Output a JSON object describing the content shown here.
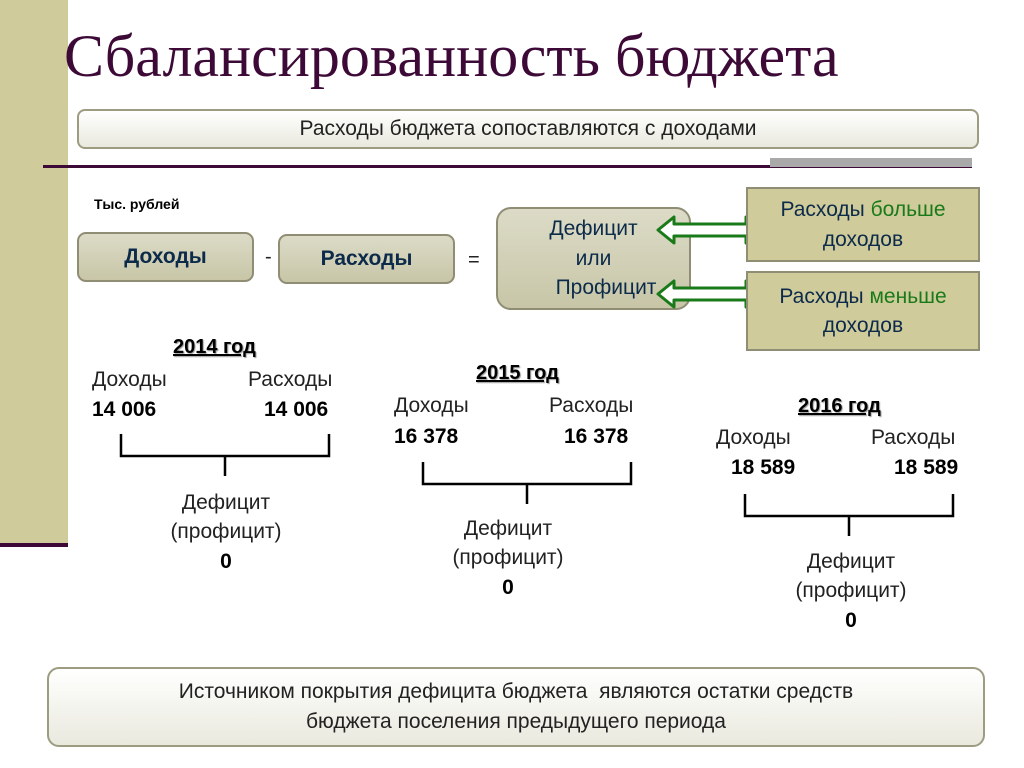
{
  "title": "Сбалансированность бюджета",
  "subtitle": "Расходы бюджета сопоставляются с доходами",
  "unit_label": "Тыс. рублей",
  "formula": {
    "income_label": "Доходы",
    "minus": "-",
    "expense_label": "Расходы",
    "equals": "=",
    "result_lines": [
      "Дефицит",
      "или",
      "Профицит"
    ]
  },
  "comparison": {
    "more_prefix": "Расходы ",
    "more_word": "больше",
    "more_suffix": "доходов",
    "less_prefix": "Расходы ",
    "less_word": "меньше",
    "less_suffix": "доходов"
  },
  "years": [
    {
      "year": "2014 год",
      "income_label": "Доходы",
      "expense_label": "Расходы",
      "income_value": "14 006",
      "expense_value": "14 006",
      "result_label_1": "Дефицит",
      "result_label_2": "(профицит)",
      "result_value": "0"
    },
    {
      "year": "2015 год",
      "income_label": "Доходы",
      "expense_label": "Расходы",
      "income_value": "16 378",
      "expense_value": "16 378",
      "result_label_1": "Дефицит",
      "result_label_2": "(профицит)",
      "result_value": "0"
    },
    {
      "year": "2016 год",
      "income_label": "Доходы",
      "expense_label": "Расходы",
      "income_value": "18 589",
      "expense_value": "18 589",
      "result_label_1": "Дефицит",
      "result_label_2": "(профицит)",
      "result_value": "0"
    }
  ],
  "footer_lines": [
    "Источником покрытия дефицита бюджета  являются остатки средств",
    "бюджета поселения предыдущего периода"
  ],
  "colors": {
    "accent_dark": "#3d0a37",
    "panel": "#cfcb9a",
    "arrow_green": "#1a7a1a",
    "text_navy": "#0c2a4a"
  }
}
